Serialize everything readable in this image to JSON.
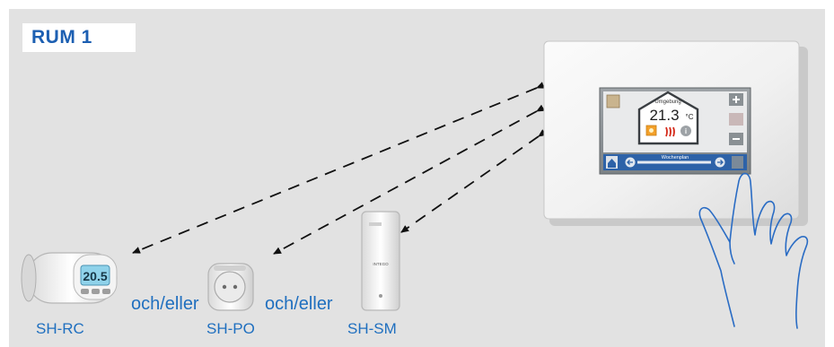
{
  "room": {
    "title": "RUM 1"
  },
  "devices": [
    {
      "id": "thermostat",
      "label": "SH-RC",
      "display": "20.5"
    },
    {
      "id": "plug",
      "label": "SH-PO"
    },
    {
      "id": "sensor",
      "label": "SH-SM",
      "device_text": "INTEGO"
    }
  ],
  "connectors": [
    "och/eller",
    "och/eller"
  ],
  "controller": {
    "screen_title": "Umgebung",
    "temperature": "21.3",
    "unit": "°C",
    "bar_label": "Wochenplan"
  },
  "colors": {
    "accent": "#1f6fbf",
    "title": "#1c5fb2",
    "arrow": "#111111",
    "hand": "#2a6cc4",
    "panel": "#e2e2e2"
  }
}
